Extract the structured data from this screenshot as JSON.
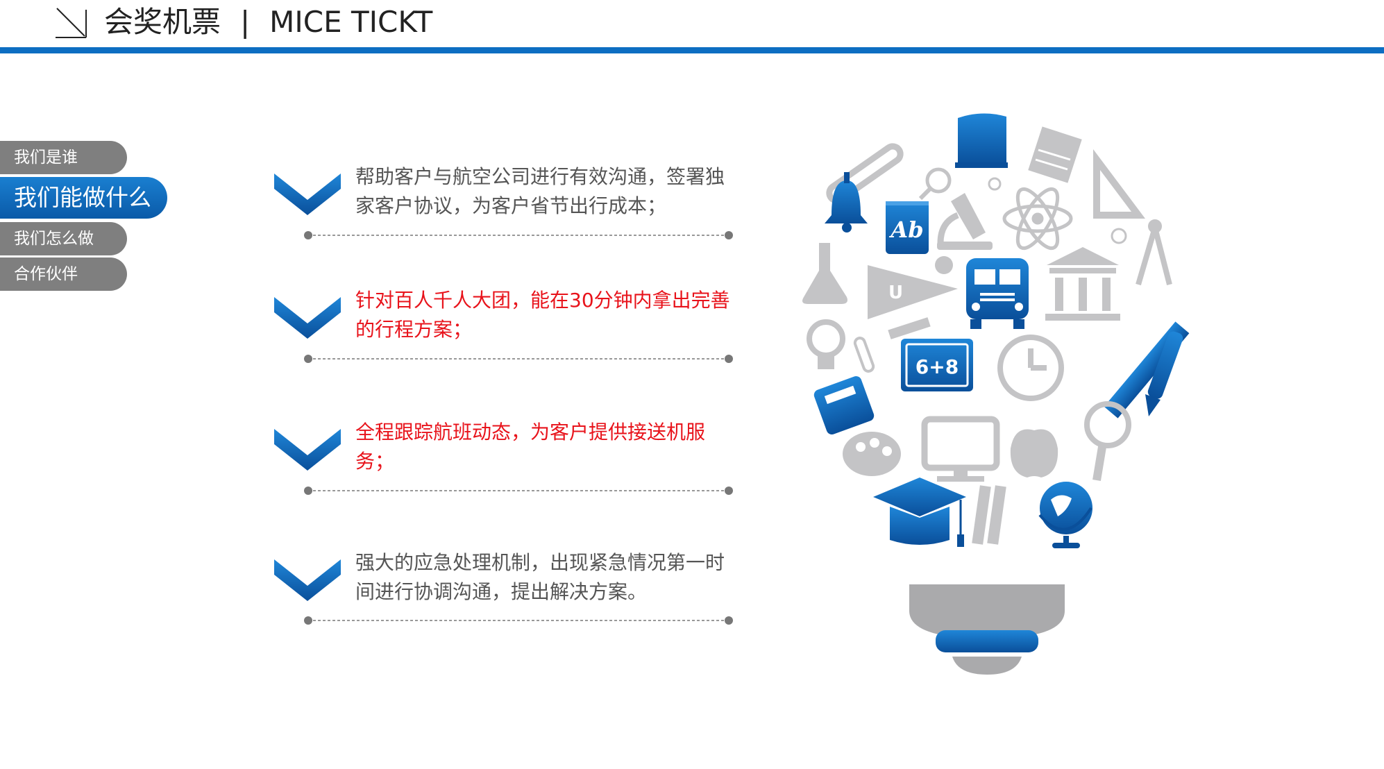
{
  "header": {
    "title_cn": "会奖机票",
    "separator": "|",
    "title_en": "MICE TICKT"
  },
  "nav": {
    "items": [
      {
        "label": "我们是谁",
        "active": false
      },
      {
        "label": "我们能做什么",
        "active": true
      },
      {
        "label": "我们怎么做",
        "active": false
      },
      {
        "label": "合作伙伴",
        "active": false
      }
    ]
  },
  "features": [
    {
      "text": "帮助客户与航空公司进行有效沟通，签署独家客户协议，为客户省节出行成本；",
      "highlight": false
    },
    {
      "text": "针对百人千人大团，能在30分钟内拿出完善的行程方案；",
      "highlight": true
    },
    {
      "text": "全程跟踪航班动态，为客户提供接送机服务；",
      "highlight": true
    },
    {
      "text": "强大的应急处理机制，出现紧急情况第一时间进行协调沟通，提出解决方案。",
      "highlight": false
    }
  ],
  "illustration": {
    "book_label": "Ab",
    "board_label": "6+8",
    "pennant_label": "U"
  },
  "colors": {
    "accent": "#0d6ec2",
    "nav_gray": "#7f7f7f",
    "highlight": "#e8131b",
    "text": "#555555",
    "icon_gray": "#c4c4c6"
  }
}
